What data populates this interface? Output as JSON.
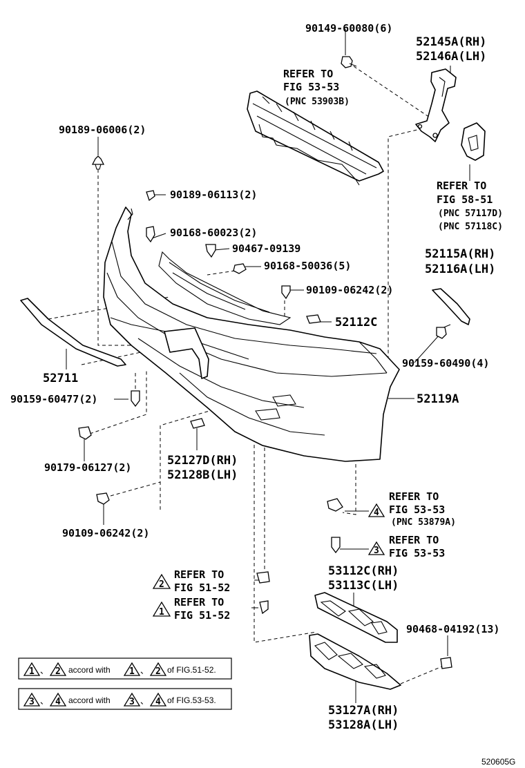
{
  "labels": {
    "p90149": "90149-60080(6)",
    "p52145": "52145A(RH)",
    "p52146": "52146A(LH)",
    "ref1_a": "REFER TO",
    "ref1_b": "FIG 53-53",
    "ref1_c": "(PNC 53903B)",
    "p90189a": "90189-06006(2)",
    "p90189b": "90189-06113(2)",
    "p90168a": "90168-60023(2)",
    "p90467": "90467-09139",
    "p90168b": "90168-50036(5)",
    "p90109a": "90109-06242(2)",
    "p52112": "52112C",
    "ref2_a": "REFER TO",
    "ref2_b": "FIG 58-51",
    "ref2_c": "(PNC 57117D)",
    "ref2_d": "(PNC 57118C)",
    "p52115": "52115A(RH)",
    "p52116": "52116A(LH)",
    "p90159a": "90159-60490(4)",
    "p52711": "52711",
    "p90159b": "90159-60477(2)",
    "p52119": "52119A",
    "p90179": "90179-06127(2)",
    "p52127": "52127D(RH)",
    "p52128": "52128B(LH)",
    "p90109b": "90109-06242(2)",
    "ref3_a": "REFER TO",
    "ref3_b": "FIG 53-53",
    "ref3_c": "(PNC 53879A)",
    "ref4_a": "REFER TO",
    "ref4_b": "FIG 53-53",
    "ref5_a": "REFER TO",
    "ref5_b": "FIG 51-52",
    "ref6_a": "REFER TO",
    "ref6_b": "FIG 51-52",
    "p53112": "53112C(RH)",
    "p53113": "53113C(LH)",
    "p90468": "90468-04192(13)",
    "p53127": "53127A(RH)",
    "p53128": "53128A(LH)",
    "figure_id": "520605G"
  },
  "callouts": {
    "n1": "1",
    "n2": "2",
    "n3": "3",
    "n4": "4"
  },
  "legend": {
    "sep": "、",
    "accord": "accord with",
    "of1": "of FIG.51-52.",
    "of2": "of FIG.53-53."
  }
}
